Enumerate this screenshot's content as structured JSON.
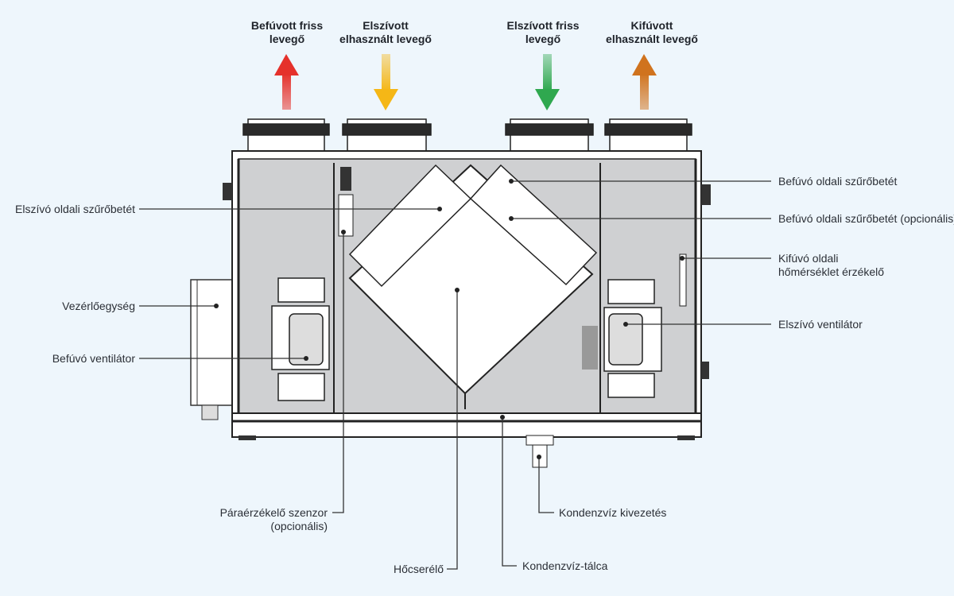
{
  "airflows": [
    {
      "label_line1": "Befúvott friss",
      "label_line2": "levegő",
      "direction": "up",
      "color": "#e5312b"
    },
    {
      "label_line1": "Elszívott",
      "label_line2": "elhasznált levegő",
      "direction": "down",
      "color": "#f5b716"
    },
    {
      "label_line1": "Elszívott friss",
      "label_line2": "levegő",
      "direction": "down",
      "color": "#2fa84f"
    },
    {
      "label_line1": "Kifúvott",
      "label_line2": "elhasznált levegő",
      "direction": "up",
      "color": "#d0731e"
    }
  ],
  "labels": {
    "left_filter": "Elszívó oldali szűrőbetét",
    "control_unit": "Vezérlőegység",
    "supply_fan": "Befúvó ventilátor",
    "right_filter": "Befúvó oldali szűrőbetét",
    "right_filter_optional": "Befúvó oldali szűrőbetét (opcionális)",
    "temp_sensor_line1": "Kifúvó oldali",
    "temp_sensor_line2": "hőmérséklet érzékelő",
    "exhaust_fan": "Elszívó ventilátor",
    "humidity_sensor_line1": "Páraérzékelő szenzor",
    "humidity_sensor_line2": "(opcionális)",
    "heat_exchanger": "Hőcserélő",
    "condensate_tray": "Kondenzvíz-tálca",
    "condensate_drain": "Kondenzvíz kivezetés"
  }
}
